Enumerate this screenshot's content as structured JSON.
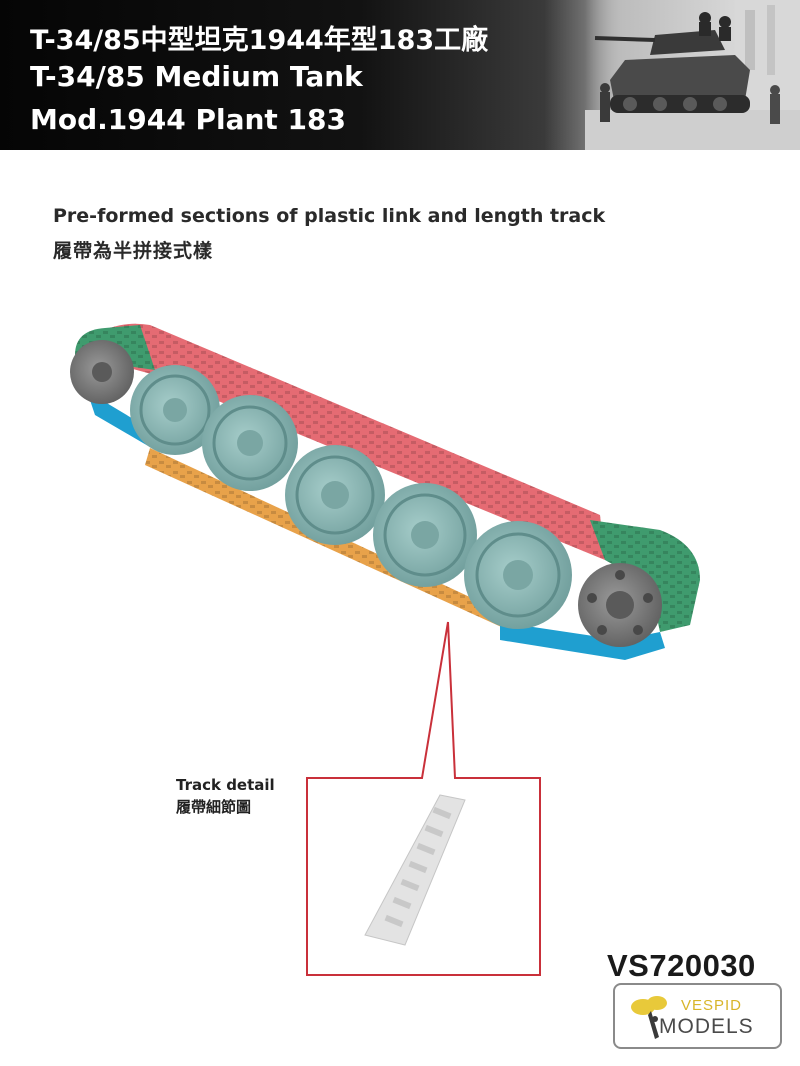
{
  "header": {
    "title_zh": "T-34/85中型坦克1944年型183工廠",
    "title_en_line1": "T-34/85 Medium Tank",
    "title_en_line2": "Mod.1944 Plant 183"
  },
  "caption": {
    "en": "Pre-formed sections of plastic link and length track",
    "zh": "履帶為半拼接式樣"
  },
  "detail": {
    "label_en": "Track detail",
    "label_zh": "履帶細節圖"
  },
  "product": {
    "code": "VS720030"
  },
  "logo": {
    "word1": "VESPID",
    "word2": "MODELS"
  },
  "colors": {
    "top_track": "#e56b73",
    "front_rear_track": "#3f9b6e",
    "lower_track_blue": "#1f9fd0",
    "lower_track_orange": "#e8a24a",
    "road_wheel": "#8fb8b6",
    "idler_wheel": "#7d7d7d",
    "callout_line": "#c9303a",
    "logo_yellow": "#d8b52a"
  },
  "icons": [
    "tank-photo",
    "track-assembly-render",
    "track-link-detail",
    "vespid-bee-logo"
  ]
}
